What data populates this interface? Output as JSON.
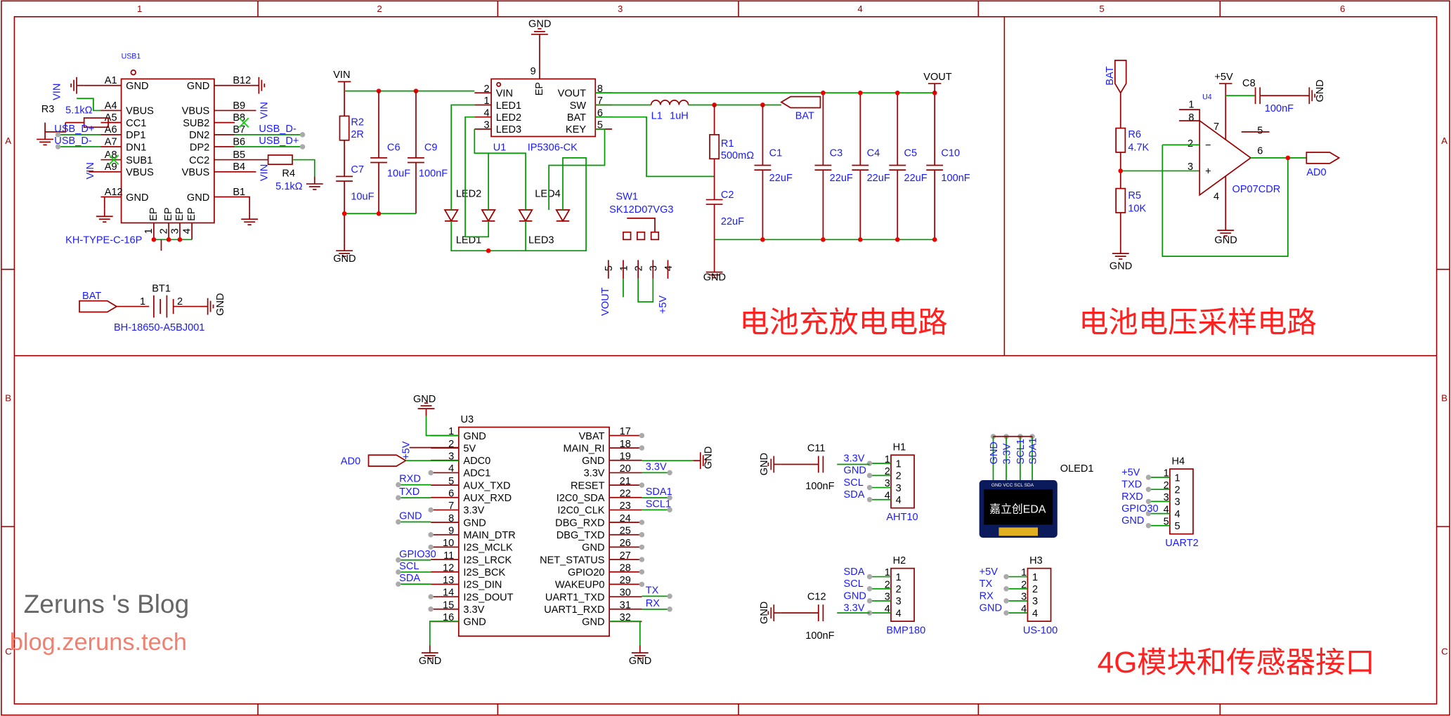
{
  "frame": {
    "columns": [
      "1",
      "2",
      "3",
      "4",
      "5",
      "6"
    ],
    "rows": [
      "A",
      "B",
      "C"
    ]
  },
  "sections": {
    "charging": "电池充放电电路",
    "voltage_sampling": "电池电压采样电路",
    "module_interfaces": "4G模块和传感器接口"
  },
  "watermark": {
    "name": "Zeruns 's Blog",
    "url": "blog.zeruns.tech"
  },
  "usb1": {
    "designator": "USB1",
    "value": "KH-TYPE-C-16P",
    "left_pins": [
      [
        "A1",
        "GND"
      ],
      [
        "A4",
        "VBUS"
      ],
      [
        "A5",
        "CC1"
      ],
      [
        "A6",
        "DP1"
      ],
      [
        "A7",
        "DN1"
      ],
      [
        "A8",
        "SUB1"
      ],
      [
        "A9",
        "VBUS"
      ],
      [
        "A12",
        "GND"
      ]
    ],
    "right_pins": [
      [
        "B12",
        "GND"
      ],
      [
        "B9",
        "VBUS"
      ],
      [
        "B8",
        "SUB2"
      ],
      [
        "B7",
        "DN2"
      ],
      [
        "B6",
        "DP2"
      ],
      [
        "B5",
        "CC2"
      ],
      [
        "B4",
        "VBUS"
      ],
      [
        "B1",
        "GND"
      ]
    ],
    "ep_pins": [
      "EP",
      "EP",
      "EP",
      "EP"
    ],
    "ep_numbers": [
      "1",
      "2",
      "3",
      "4"
    ],
    "nets_left": [
      "USB_D+",
      "USB_D-"
    ],
    "nets_right": [
      "USB_D-",
      "USB_D+"
    ]
  },
  "r3": {
    "designator": "R3",
    "value": "5.1kΩ"
  },
  "r4": {
    "designator": "R4",
    "value": "5.1kΩ"
  },
  "vin": "VIN",
  "gnd": "GND",
  "vout": "VOUT",
  "bat": "BAT",
  "p5v": "+5V",
  "ad0": "AD0",
  "bt1": {
    "designator": "BT1",
    "value": "BH-18650-A5BJ001",
    "pins": [
      "1",
      "2"
    ]
  },
  "u1": {
    "designator": "U1",
    "value": "IP5306-CK",
    "ep": "EP",
    "ep_pin": "9",
    "left_pins": [
      [
        "2",
        "VIN"
      ],
      [
        "1",
        "LED1"
      ],
      [
        "4",
        "LED2"
      ],
      [
        "3",
        "LED3"
      ]
    ],
    "right_pins": [
      [
        "8",
        "VOUT"
      ],
      [
        "7",
        "SW"
      ],
      [
        "6",
        "BAT"
      ],
      [
        "5",
        "KEY"
      ]
    ]
  },
  "r2": {
    "designator": "R2",
    "value": "2R"
  },
  "c6": {
    "designator": "C6",
    "value": "10uF"
  },
  "c9": {
    "designator": "C9",
    "value": "100nF"
  },
  "c7": {
    "designator": "C7",
    "value": "10uF"
  },
  "l1": {
    "designator": "L1",
    "value": "1uH"
  },
  "r1": {
    "designator": "R1",
    "value": "500mΩ"
  },
  "c2": {
    "designator": "C2",
    "value": "22uF"
  },
  "c1": {
    "designator": "C1",
    "value": "22uF"
  },
  "c3": {
    "designator": "C3",
    "value": "22uF"
  },
  "c4": {
    "designator": "C4",
    "value": "22uF"
  },
  "c5": {
    "designator": "C5",
    "value": "22uF"
  },
  "c10": {
    "designator": "C10",
    "value": "100nF"
  },
  "leds": [
    "LED1",
    "LED2",
    "LED3",
    "LED4"
  ],
  "sw1": {
    "designator": "SW1",
    "value": "SK12D07VG3",
    "pins": [
      "5",
      "1",
      "2",
      "3",
      "4"
    ]
  },
  "r6": {
    "designator": "R6",
    "value": "4.7K"
  },
  "r5": {
    "designator": "R5",
    "value": "10K"
  },
  "u4": {
    "designator": "U4",
    "value": "OP07CDR",
    "pins": [
      "1",
      "8",
      "7",
      "5",
      "2",
      "3",
      "6",
      "4"
    ],
    "minus": "−",
    "plus": "+"
  },
  "c8": {
    "designator": "C8",
    "value": "100nF"
  },
  "u3": {
    "designator": "U3",
    "left_pins": [
      [
        "1",
        "GND"
      ],
      [
        "2",
        "5V"
      ],
      [
        "3",
        "ADC0"
      ],
      [
        "4",
        "ADC1"
      ],
      [
        "5",
        "AUX_TXD"
      ],
      [
        "6",
        "AUX_RXD"
      ],
      [
        "7",
        "3.3V"
      ],
      [
        "8",
        "GND"
      ],
      [
        "9",
        "MAIN_DTR"
      ],
      [
        "10",
        "I2S_MCLK"
      ],
      [
        "11",
        "I2S_LRCK"
      ],
      [
        "12",
        "I2S_BCK"
      ],
      [
        "13",
        "I2S_DIN"
      ],
      [
        "14",
        "I2S_DOUT"
      ],
      [
        "15",
        "3.3V"
      ],
      [
        "16",
        "GND"
      ]
    ],
    "right_pins": [
      [
        "17",
        "VBAT"
      ],
      [
        "18",
        "MAIN_RI"
      ],
      [
        "19",
        "GND"
      ],
      [
        "20",
        "3.3V"
      ],
      [
        "21",
        "RESET"
      ],
      [
        "22",
        "I2C0_SDA"
      ],
      [
        "23",
        "I2C0_CLK"
      ],
      [
        "24",
        "DBG_RXD"
      ],
      [
        "25",
        "DBG_TXD"
      ],
      [
        "26",
        "GND"
      ],
      [
        "27",
        "NET_STATUS"
      ],
      [
        "28",
        "GPIO20"
      ],
      [
        "29",
        "WAKEUP0"
      ],
      [
        "30",
        "UART1_TXD"
      ],
      [
        "31",
        "UART1_RXD"
      ],
      [
        "32",
        "GND"
      ]
    ],
    "left_nets": [
      "RXD",
      "TXD",
      "GND",
      "GPIO30",
      "SCL",
      "SDA"
    ],
    "right_nets": [
      "3.3V",
      "SDA1",
      "SCL1",
      "TX",
      "RX"
    ]
  },
  "h1": {
    "designator": "H1",
    "value": "AHT10",
    "nets": [
      "3.3V",
      "GND",
      "SCL",
      "SDA"
    ],
    "pins": [
      "1",
      "2",
      "3",
      "4"
    ]
  },
  "c11": {
    "designator": "C11",
    "value": "100nF"
  },
  "h2": {
    "designator": "H2",
    "value": "BMP180",
    "nets": [
      "SDA",
      "SCL",
      "GND",
      "3.3V"
    ],
    "pins": [
      "1",
      "2",
      "3",
      "4"
    ]
  },
  "c12": {
    "designator": "C12",
    "value": "100nF"
  },
  "h3": {
    "designator": "H3",
    "value": "US-100",
    "nets": [
      "+5V",
      "TX",
      "RX",
      "GND"
    ],
    "pins": [
      "1",
      "2",
      "3",
      "4"
    ]
  },
  "oled1": {
    "designator": "OLED1",
    "nets": [
      "GND",
      "3.3V",
      "SCL1",
      "SDA1"
    ],
    "header": "GND VCC SCL SDA",
    "logo": "嘉立创EDA"
  },
  "h4": {
    "designator": "H4",
    "value": "UART2",
    "nets": [
      "+5V",
      "TXD",
      "RXD",
      "GPIO30",
      "GND"
    ],
    "pins": [
      "1",
      "2",
      "3",
      "4",
      "5"
    ]
  },
  "colors": {
    "wire": "#9b0000",
    "net": "#009900",
    "label": "#1a1aff",
    "title": "#ff2020"
  }
}
